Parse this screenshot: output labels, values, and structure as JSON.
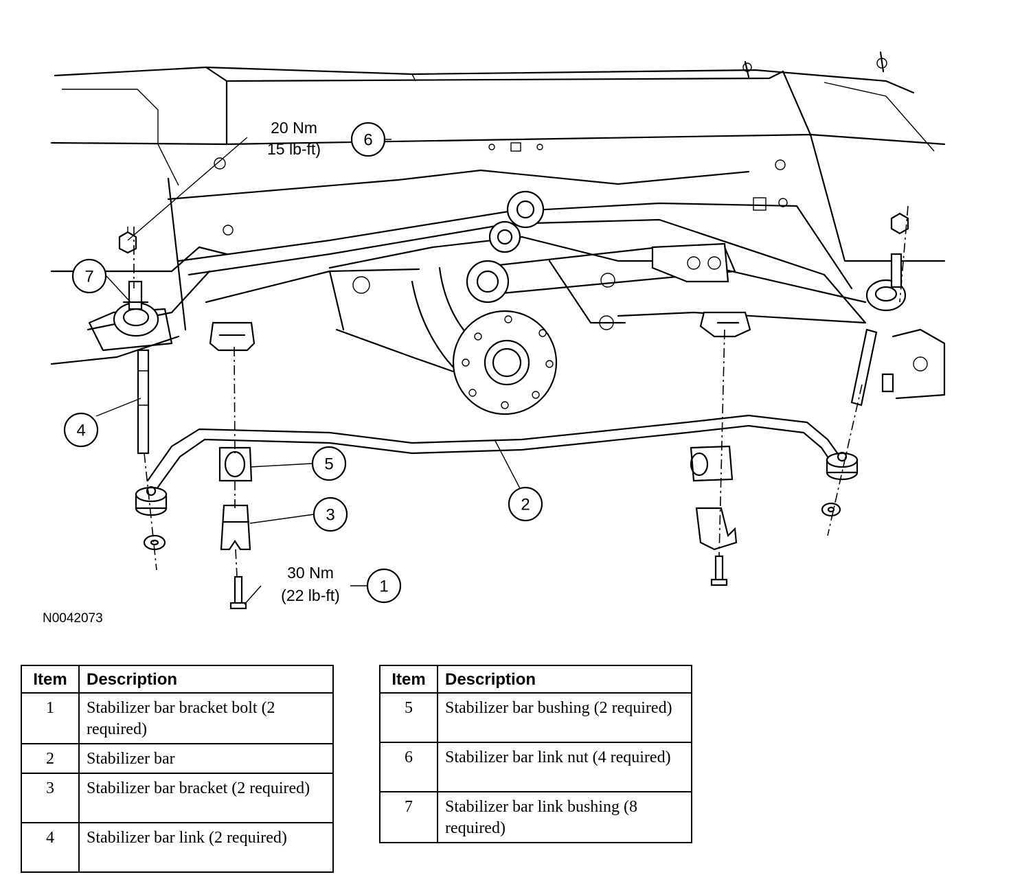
{
  "figure_id": "N0042073",
  "callouts": {
    "c1": "1",
    "c2": "2",
    "c3": "3",
    "c4": "4",
    "c5": "5",
    "c6": "6",
    "c7": "7"
  },
  "torque": {
    "nut_nm": "20 Nm",
    "nut_lbft": "15 lb-ft)",
    "bolt_nm": "30 Nm",
    "bolt_lbft": "(22 lb-ft)"
  },
  "legend": {
    "headers": {
      "item": "Item",
      "description": "Description"
    },
    "left_rows": [
      {
        "item": "1",
        "description": "Stabilizer bar bracket bolt (2 required)"
      },
      {
        "item": "2",
        "description": "Stabilizer bar"
      },
      {
        "item": "3",
        "description": "Stabilizer bar bracket (2 required)"
      },
      {
        "item": "4",
        "description": "Stabilizer bar link (2 required)"
      }
    ],
    "right_rows": [
      {
        "item": "5",
        "description": "Stabilizer bar bushing (2 required)"
      },
      {
        "item": "6",
        "description": "Stabilizer bar link nut (4 required)"
      },
      {
        "item": "7",
        "description": "Stabilizer bar link bushing (8 required)"
      }
    ]
  }
}
